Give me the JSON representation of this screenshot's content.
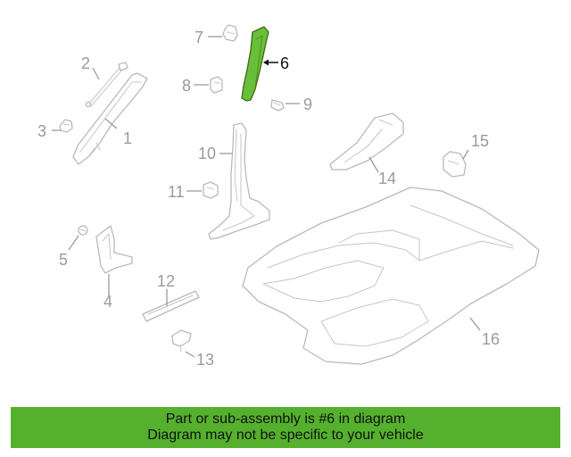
{
  "callouts": [
    {
      "id": "1",
      "label": "1"
    },
    {
      "id": "2",
      "label": "2"
    },
    {
      "id": "3",
      "label": "3"
    },
    {
      "id": "4",
      "label": "4"
    },
    {
      "id": "5",
      "label": "5"
    },
    {
      "id": "6",
      "label": "6"
    },
    {
      "id": "7",
      "label": "7"
    },
    {
      "id": "8",
      "label": "8"
    },
    {
      "id": "9",
      "label": "9"
    },
    {
      "id": "10",
      "label": "10"
    },
    {
      "id": "11",
      "label": "11"
    },
    {
      "id": "12",
      "label": "12"
    },
    {
      "id": "13",
      "label": "13"
    },
    {
      "id": "14",
      "label": "14"
    },
    {
      "id": "15",
      "label": "15"
    },
    {
      "id": "16",
      "label": "16"
    }
  ],
  "highlighted_part": "6",
  "banner": {
    "line1": "Part or sub-assembly is #6 in diagram",
    "line2": "Diagram may not be specific to your vehicle"
  },
  "colors": {
    "banner": "#55b02e",
    "highlight": "#6abf3a",
    "outline": "#b9b9b9",
    "callout_text": "#9a9a9a"
  }
}
